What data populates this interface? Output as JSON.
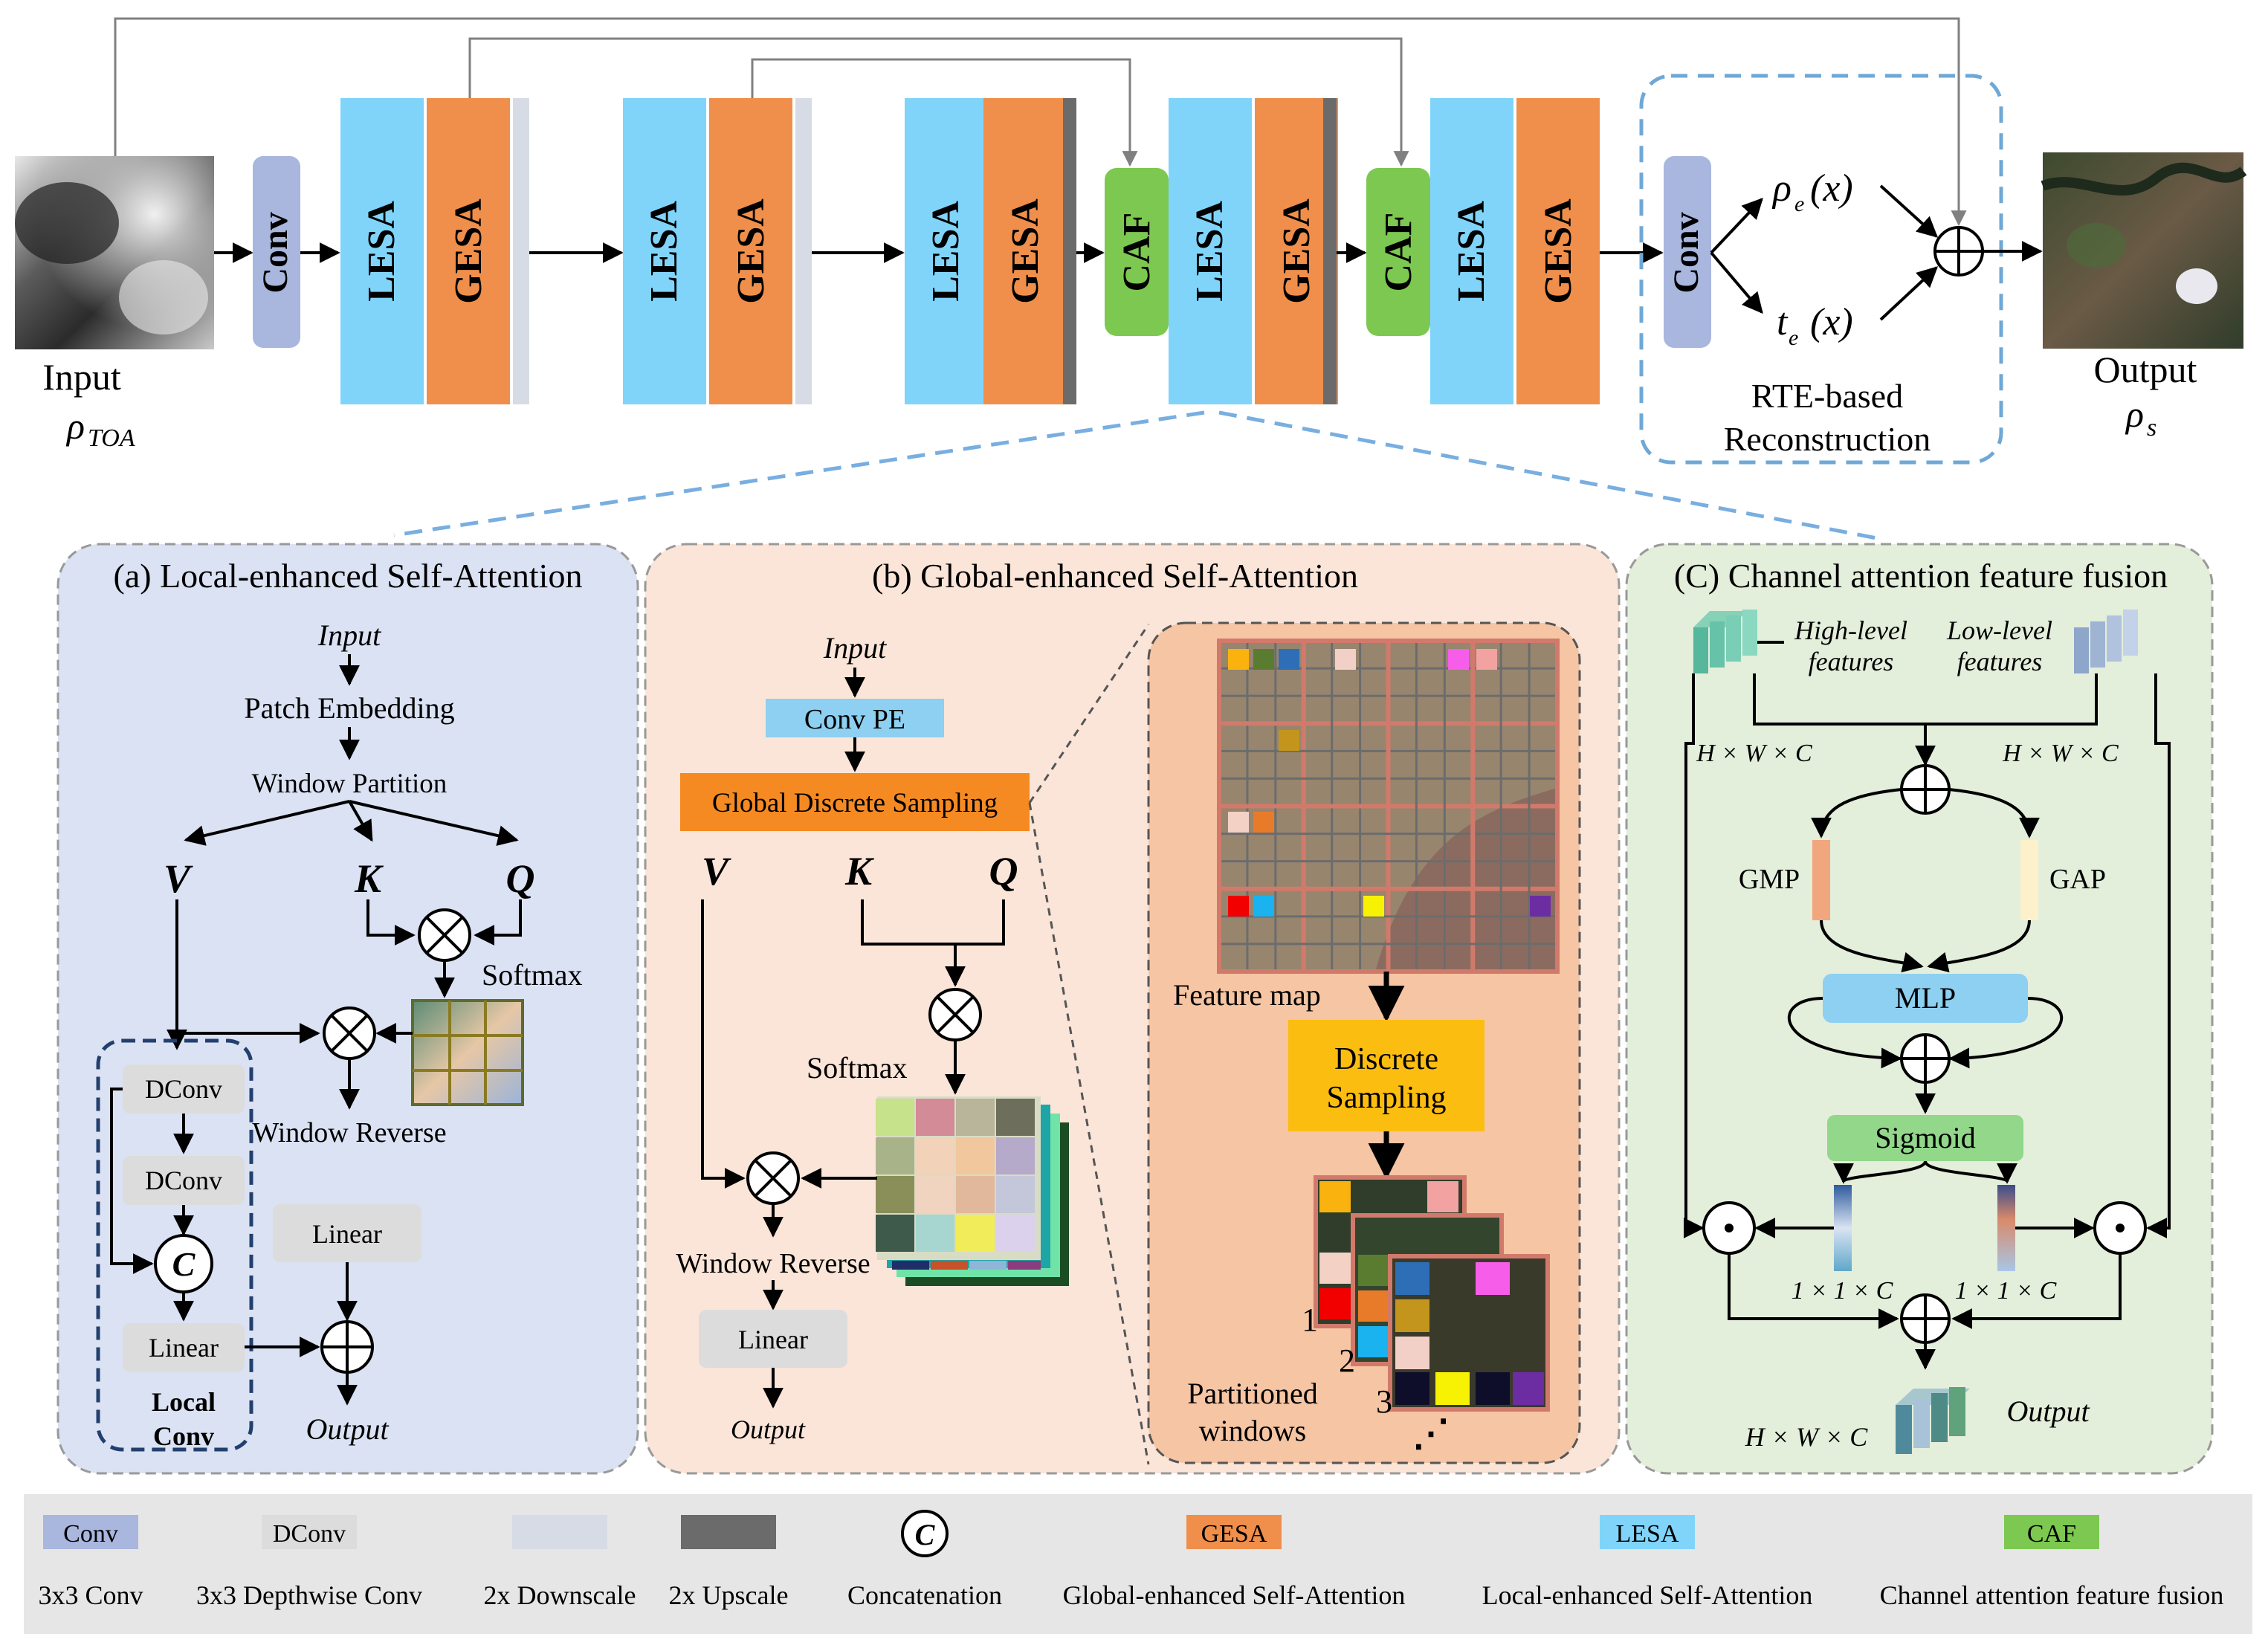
{
  "top": {
    "input_label": "Input",
    "input_symbol": "ρ",
    "input_symbol_sub": "TOA",
    "output_label": "Output",
    "output_symbol": "ρ",
    "output_symbol_sub": "s",
    "conv_label": "Conv",
    "lesa_label": "LESA",
    "gesa_label": "GESA",
    "caf_label": "CAF",
    "rte_conv_label": "Conv",
    "rho_e": "ρ",
    "rho_e_sub": "e",
    "t_e": "t",
    "t_e_sub": "e",
    "x_arg": "(x)",
    "rte_line1": "RTE-based",
    "rte_line2": "Reconstruction"
  },
  "panel_a": {
    "title": "(a) Local-enhanced Self-Attention",
    "input": "Input",
    "patch_embedding": "Patch Embedding",
    "window_partition": "Window Partition",
    "V": "V",
    "K": "K",
    "Q": "Q",
    "softmax": "Softmax",
    "window_reverse": "Window Reverse",
    "dconv1": "DConv",
    "dconv2": "DConv",
    "concat_symbol": "C",
    "linear_local": "Linear",
    "linear": "Linear",
    "local_conv_line1": "Local",
    "local_conv_line2": "Conv",
    "output": "Output"
  },
  "panel_b": {
    "title": "(b) Global-enhanced Self-Attention",
    "input": "Input",
    "conv_pe": "Conv PE",
    "gds": "Global Discrete Sampling",
    "V": "V",
    "K": "K",
    "Q": "Q",
    "softmax": "Softmax",
    "window_reverse": "Window Reverse",
    "linear": "Linear",
    "output": "Output",
    "feature_map": "Feature map",
    "ds_line1": "Discrete",
    "ds_line2": "Sampling",
    "pw_line1": "Partitioned",
    "pw_line2": "windows",
    "n1": "1",
    "n2": "2",
    "n3": "3"
  },
  "panel_c": {
    "title": "(C) Channel attention feature fusion",
    "high_line1": "High-level",
    "high_line2": "features",
    "low_line1": "Low-level",
    "low_line2": "features",
    "hwc_left": "H × W × C",
    "hwc_right": "H × W × C",
    "gmp": "GMP",
    "gap": "GAP",
    "mlp": "MLP",
    "sigmoid": "Sigmoid",
    "c11_left": "1 × 1 × C",
    "c11_right": "1 × 1 × C",
    "hwc_out": "H × W × C",
    "output": "Output"
  },
  "legend": [
    {
      "key": "conv",
      "swatch_text": "Conv",
      "desc": "3x3 Conv",
      "color": "#a9b6de"
    },
    {
      "key": "dconv",
      "swatch_text": "DConv",
      "desc": "3x3 Depthwise Conv",
      "color": "#dcdcdc"
    },
    {
      "key": "downscale",
      "swatch_text": "",
      "desc": "2x Downscale",
      "color": "#d6dbe5"
    },
    {
      "key": "upscale",
      "swatch_text": "",
      "desc": "2x Upscale",
      "color": "#6b6b6b"
    },
    {
      "key": "concat",
      "swatch_text": "C",
      "desc": "Concatenation",
      "color": "#ffffff"
    },
    {
      "key": "gesa",
      "swatch_text": "GESA",
      "desc": "Global-enhanced Self-Attention",
      "color": "#ef8f4b"
    },
    {
      "key": "lesa",
      "swatch_text": "LESA",
      "desc": "Local-enhanced Self-Attention",
      "color": "#80d4fa"
    },
    {
      "key": "caf",
      "swatch_text": "CAF",
      "desc": "Channel attention feature fusion",
      "color": "#7dc850"
    }
  ],
  "colors": {
    "lesa": "#80d4fa",
    "gesa": "#ef8f4b",
    "caf": "#7dc850",
    "conv": "#a9b6de",
    "panel_a_bg": "#dae2f3",
    "panel_b_bg": "#fbe5d8",
    "panel_b_inner_bg": "#f6c5a4",
    "panel_c_bg": "#e3eedb",
    "legend_bg": "#e6e6e6",
    "gds_box": "#f58a22",
    "ds_box": "#fcbd11",
    "mlp_box": "#8dd0f1",
    "sigmoid_box": "#92d78a"
  }
}
